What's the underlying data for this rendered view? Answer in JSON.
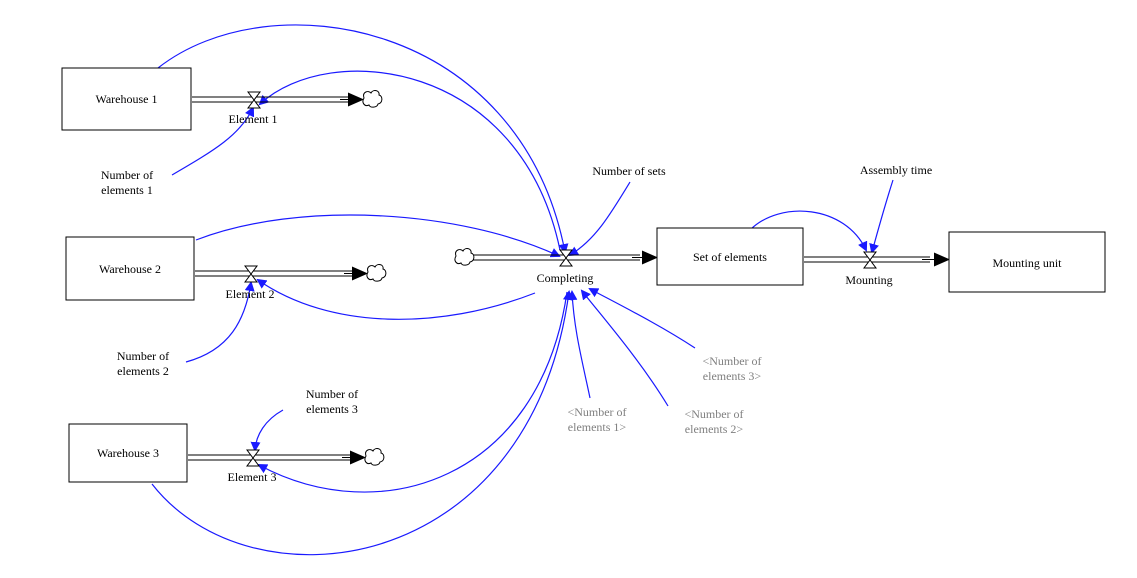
{
  "stocks": {
    "warehouse1": "Warehouse 1",
    "warehouse2": "Warehouse 2",
    "warehouse3": "Warehouse 3",
    "set_of_elements": "Set of elements",
    "mounting_unit": "Mounting unit"
  },
  "flows": {
    "element1": "Element 1",
    "element2": "Element 2",
    "element3": "Element 3",
    "completing": "Completing",
    "mounting": "Mounting"
  },
  "variables": {
    "n1_line1": "Number of",
    "n1_line2": "elements 1",
    "n2_line1": "Number of",
    "n2_line2": "elements 2",
    "n3_line1": "Number of",
    "n3_line2": "elements 3",
    "number_of_sets": "Number of sets",
    "assembly_time": "Assembly time"
  },
  "shadow_variables": {
    "s1_line1": "<Number of",
    "s1_line2": "elements 1>",
    "s2_line1": "<Number of",
    "s2_line2": "elements 2>",
    "s3_line1": "<Number of",
    "s3_line2": "elements 3>"
  },
  "colors": {
    "link": "#1a1aff",
    "ink": "#000000",
    "shadow_text": "#808080"
  }
}
